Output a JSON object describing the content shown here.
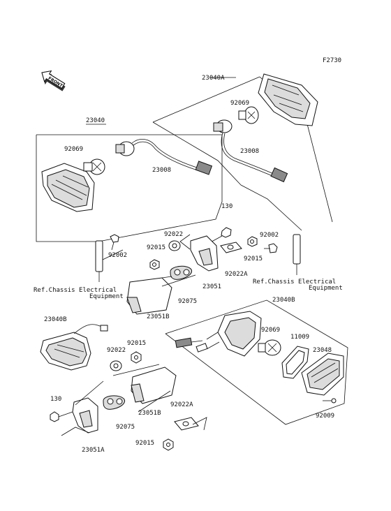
{
  "figure_code": "F2730",
  "front_label": "FRONT",
  "labels": {
    "l_23040A": "23040A",
    "l_92069_top": "92069",
    "l_23008_top": "23008",
    "l_23040": "23040",
    "l_92069_left": "92069",
    "l_23008_left": "23008",
    "l_130_top": "130",
    "l_92022_top": "92022",
    "l_92002_right": "92002",
    "l_92015_a": "92015",
    "l_92015_b": "92015",
    "l_92022A_top": "92022A",
    "l_92002_left": "92002",
    "l_23051": "23051",
    "l_92075_top": "92075",
    "l_23051B_top": "23051B",
    "l_23040B_left": "23040B",
    "l_23040B_right": "23040B",
    "l_92022_mid": "92022",
    "l_92015_mid": "92015",
    "l_92069_right": "92069",
    "l_11009": "11009",
    "l_23048": "23048",
    "l_130_bottom": "130",
    "l_92075_bottom": "92075",
    "l_23051B_bottom": "23051B",
    "l_92022A_bottom": "92022A",
    "l_92015_bottom": "92015",
    "l_23051A": "23051A",
    "l_92009": "92009"
  },
  "refs": {
    "left_line1": "Ref.Chassis Electrical",
    "left_line2": "Equipment",
    "right_line1": "Ref.Chassis Electrical",
    "right_line2": "Equipment"
  }
}
